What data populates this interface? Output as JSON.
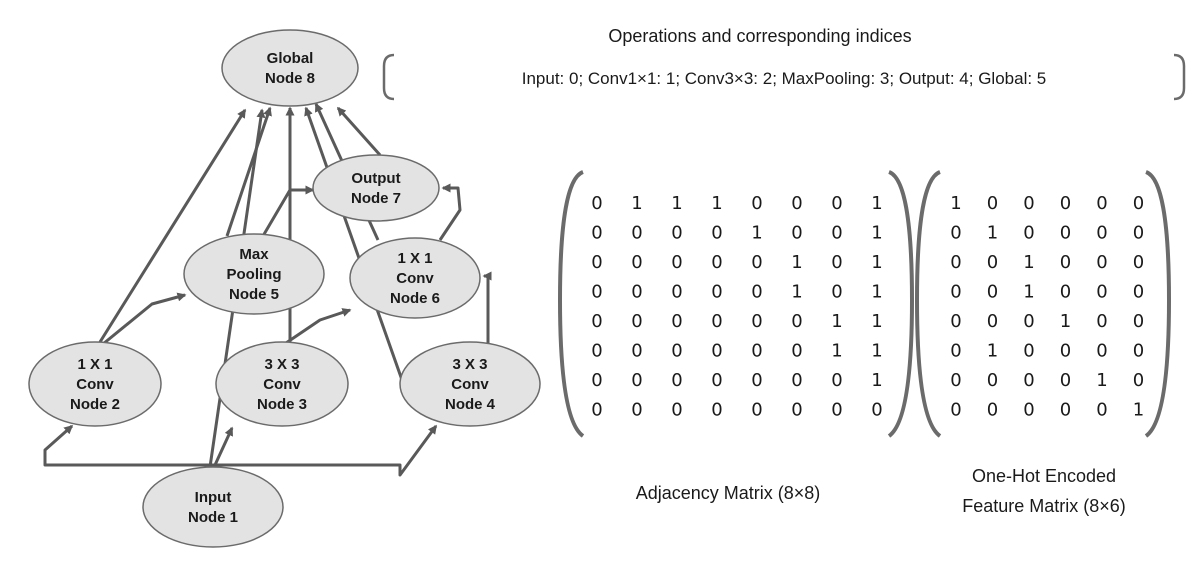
{
  "graph": {
    "nodes": [
      {
        "id": 8,
        "lines": [
          "Global",
          "Node 8"
        ]
      },
      {
        "id": 7,
        "lines": [
          "Output",
          "Node 7"
        ]
      },
      {
        "id": 5,
        "lines": [
          "Max",
          "Pooling",
          "Node 5"
        ]
      },
      {
        "id": 6,
        "lines": [
          "1 X 1",
          "Conv",
          "Node 6"
        ]
      },
      {
        "id": 2,
        "lines": [
          "1 X 1",
          "Conv",
          "Node 2"
        ]
      },
      {
        "id": 3,
        "lines": [
          "3 X 3",
          "Conv",
          "Node 3"
        ]
      },
      {
        "id": 4,
        "lines": [
          "3 X 3",
          "Conv",
          "Node 4"
        ]
      },
      {
        "id": 1,
        "lines": [
          "Input",
          "Node 1"
        ]
      }
    ]
  },
  "operations": {
    "title": "Operations and corresponding indices",
    "list": "Input: 0; Conv1×1: 1; Conv3×3: 2; MaxPooling: 3; Output: 4; Global: 5"
  },
  "adjacency": {
    "caption": "Adjacency Matrix (8×8)",
    "rows": [
      [
        0,
        1,
        1,
        1,
        0,
        0,
        0,
        1
      ],
      [
        0,
        0,
        0,
        0,
        1,
        0,
        0,
        1
      ],
      [
        0,
        0,
        0,
        0,
        0,
        1,
        0,
        1
      ],
      [
        0,
        0,
        0,
        0,
        0,
        1,
        0,
        1
      ],
      [
        0,
        0,
        0,
        0,
        0,
        0,
        1,
        1
      ],
      [
        0,
        0,
        0,
        0,
        0,
        0,
        1,
        1
      ],
      [
        0,
        0,
        0,
        0,
        0,
        0,
        0,
        1
      ],
      [
        0,
        0,
        0,
        0,
        0,
        0,
        0,
        0
      ]
    ]
  },
  "features": {
    "caption_line1": "One-Hot Encoded",
    "caption_line2": "Feature Matrix (8×6)",
    "rows": [
      [
        1,
        0,
        0,
        0,
        0,
        0
      ],
      [
        0,
        1,
        0,
        0,
        0,
        0
      ],
      [
        0,
        0,
        1,
        0,
        0,
        0
      ],
      [
        0,
        0,
        1,
        0,
        0,
        0
      ],
      [
        0,
        0,
        0,
        1,
        0,
        0
      ],
      [
        0,
        1,
        0,
        0,
        0,
        0
      ],
      [
        0,
        0,
        0,
        0,
        1,
        0
      ],
      [
        0,
        0,
        0,
        0,
        0,
        1
      ]
    ]
  },
  "colors": {
    "node_fill": "#e3e3e3",
    "node_stroke": "#6b6b6b",
    "arrow": "#595959",
    "bracket": "#6b6b6b"
  }
}
